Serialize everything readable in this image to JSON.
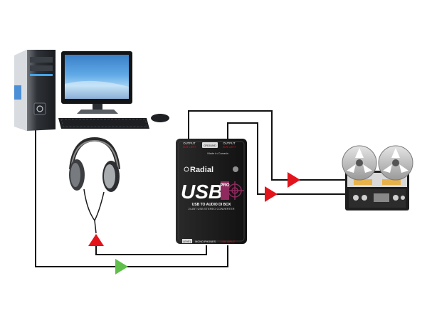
{
  "diagram": {
    "device": {
      "brand": "Radial",
      "model": "USB",
      "model_suffix": "PRO",
      "tagline": "USB TO AUDIO DI BOX",
      "subtitle": "24-BIT USB STEREO CONVERTER",
      "made_in": "Made in Canada",
      "top_label_left": "OUTPUT",
      "top_label_left_sub": "XLR LEFT",
      "top_label_mid": "GROUND",
      "top_label_right": "OUTPUT",
      "top_label_right_sub": "XLR LEFT",
      "bottom_label_level": "LEVEL",
      "bottom_label_mono": "MONO",
      "bottom_label_phones": "PHONES",
      "bottom_label_usb": "USB INPUT"
    },
    "colors": {
      "wire": "#111111",
      "arrow_red": "#e3141b",
      "arrow_green": "#5fbf4a",
      "device_body": "#1b1b1b",
      "device_accent": "#8e2a5d"
    },
    "icons": {
      "computer": "desktop-computer-icon",
      "headphones": "headphones-icon",
      "recorder": "reel-to-reel-recorder-icon"
    }
  }
}
